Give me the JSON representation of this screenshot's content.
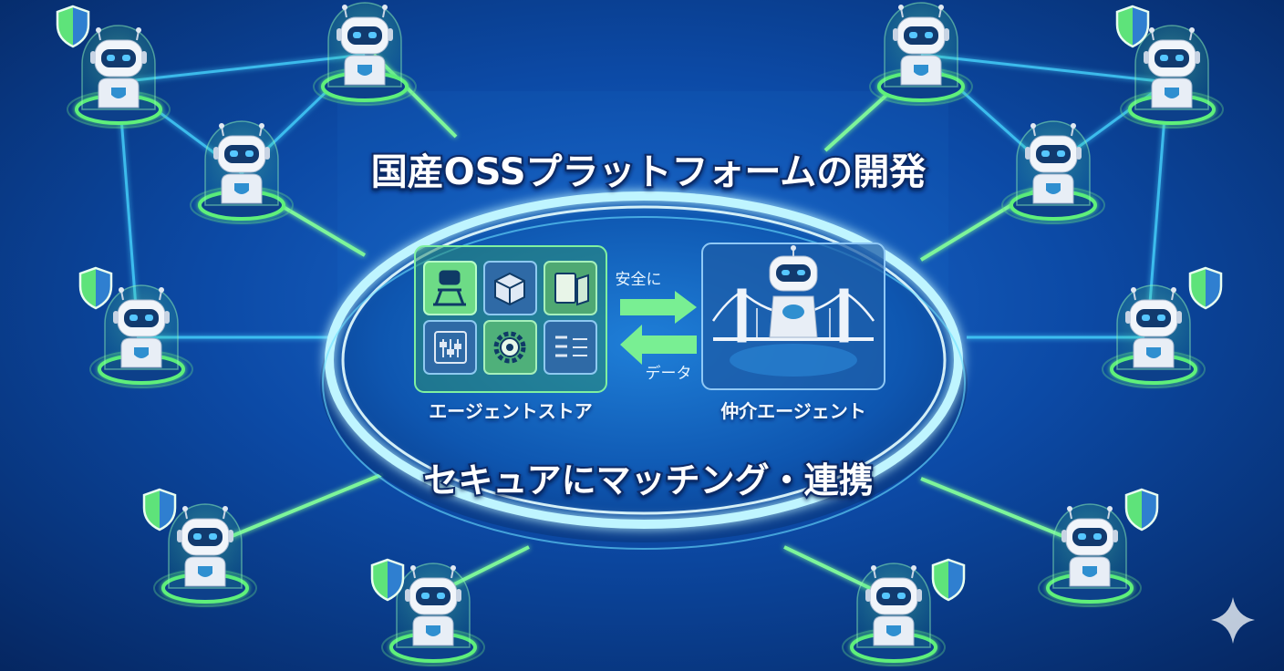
{
  "title": "国産OSSプラットフォームの開発",
  "subtitle": "セキュアにマッチング・連携",
  "store": {
    "label": "エージェントストア",
    "tiles": [
      {
        "icon": "robot-arm-icon",
        "highlight": true
      },
      {
        "icon": "package-box-icon",
        "highlight": false
      },
      {
        "icon": "document-puzzle-icon",
        "highlight": true
      },
      {
        "icon": "control-panel-icon",
        "highlight": false
      },
      {
        "icon": "gear-icon",
        "highlight": true
      },
      {
        "icon": "data-list-icon",
        "highlight": false
      }
    ]
  },
  "broker": {
    "label": "仲介エージェント"
  },
  "arrows": {
    "forward": "安全に",
    "back": "データ"
  },
  "colors": {
    "background": "#0a3a86",
    "ring": "#bff5ff",
    "accent_green": "#5ff07a",
    "node_glow": "#3ee37a"
  }
}
